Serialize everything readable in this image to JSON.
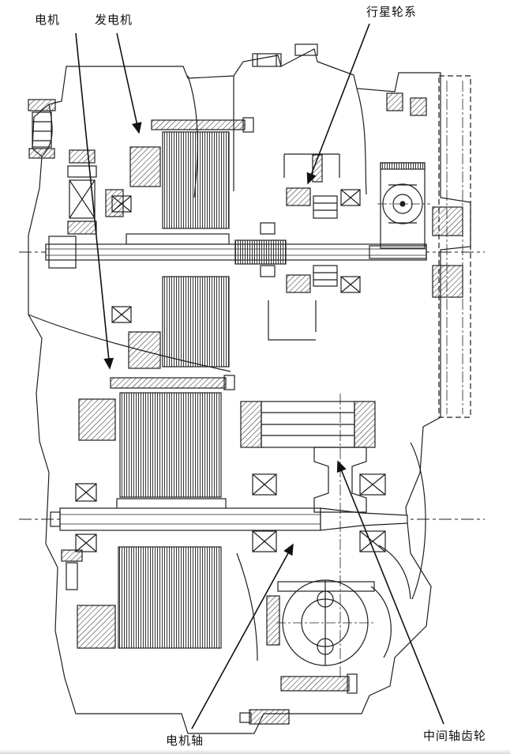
{
  "figure": {
    "type": "technical-cross-section",
    "description": "hybrid transmission sectional drawing"
  },
  "colors": {
    "line": "#1f1f1f",
    "background": "#ffffff"
  },
  "labels": {
    "motor": {
      "text": "电机"
    },
    "generator": {
      "text": "发电机"
    },
    "planetary_gear_train": {
      "text": "行星轮系"
    },
    "motor_shaft": {
      "text": "电机轴"
    },
    "countershaft_gear": {
      "text": "中间轴齿轮"
    }
  }
}
